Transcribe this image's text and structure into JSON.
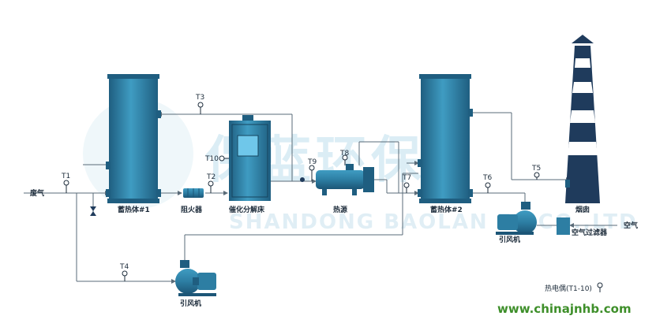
{
  "watermark": {
    "cn": "保蓝环保",
    "en": "SHANDONG BAOLAN EP CO.,LTD"
  },
  "website": "www.chinajnhb.com",
  "legend": "热电偶(T1-10)",
  "equipment": {
    "regen1": "蓄热体#1",
    "flame_arrester": "阻火器",
    "catalytic_bed": "催化分解床",
    "heat_source": "热源",
    "regen2": "蓄热体#2",
    "chimney": "烟囱",
    "fan_bottom": "引风机",
    "fan_right": "引风机",
    "air_filter": "空气过滤器"
  },
  "streams": {
    "waste_gas": "废气",
    "air": "空气"
  },
  "sensors": {
    "t1": "T1",
    "t2": "T2",
    "t3": "T3",
    "t4": "T4",
    "t5": "T5",
    "t6": "T6",
    "t7": "T7",
    "t8": "T8",
    "t9": "T9",
    "t10": "T10"
  },
  "colors": {
    "vessel": "#2d7ea3",
    "vessel_dark": "#1f5e80",
    "chimney_dark": "#1f3b5c",
    "chimney_light": "#ffffff",
    "pipe": "#5a6b78"
  }
}
